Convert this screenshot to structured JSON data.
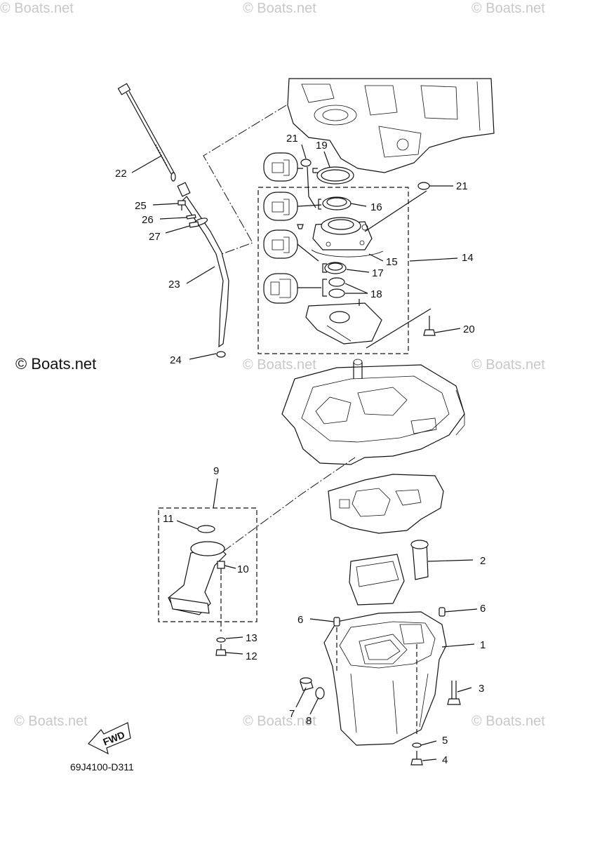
{
  "watermark": "© Boats.net",
  "watermark_main": "© Boats.net",
  "diagram_code": "69J4100-D311",
  "fwd_label": "FWD",
  "callouts": [
    "1",
    "2",
    "3",
    "4",
    "5",
    "6",
    "6",
    "7",
    "8",
    "9",
    "10",
    "11",
    "12",
    "13",
    "14",
    "15",
    "16",
    "17",
    "18",
    "19",
    "20",
    "21",
    "21",
    "22",
    "23",
    "24",
    "25",
    "26",
    "27"
  ]
}
